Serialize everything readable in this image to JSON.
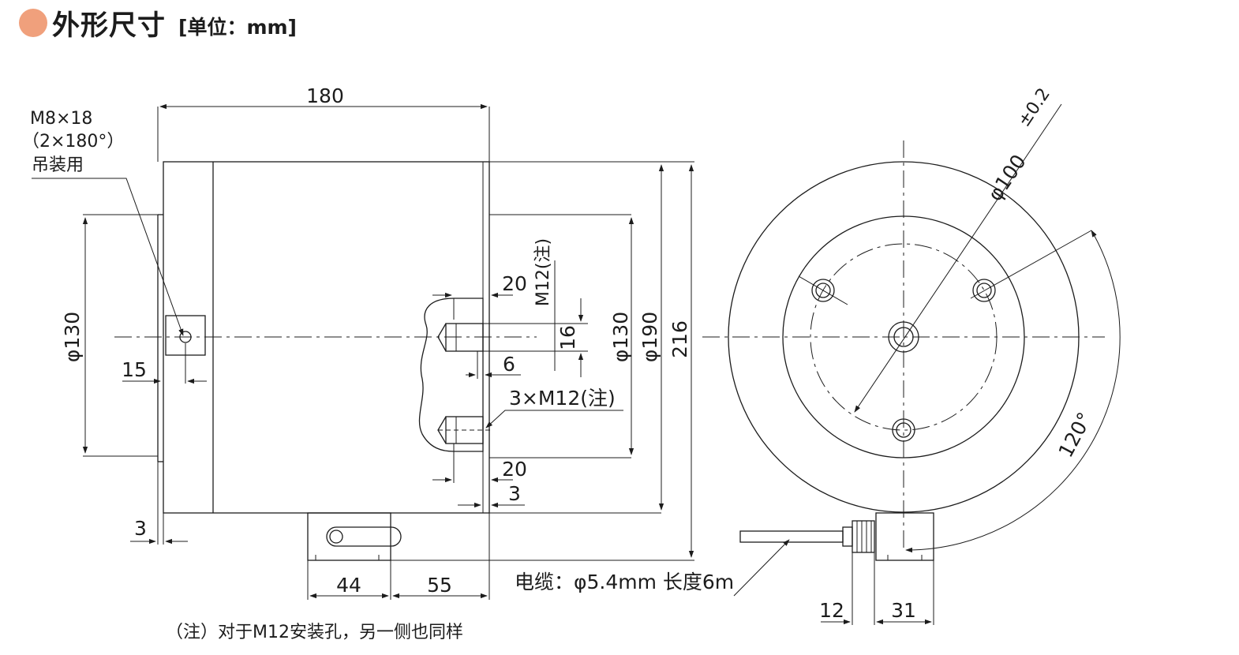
{
  "header": {
    "title": "外形尺寸",
    "unit": "[单位：mm]",
    "bullet_color": "#f0a07c"
  },
  "labels": {
    "lifting_thread": "M8×18",
    "lifting_count": "（2×180°）",
    "lifting_use": "吊装用",
    "body_length": "180",
    "dia_130_left": "φ130",
    "dist_15": "15",
    "thickness_3": "3",
    "depth_20_top": "20",
    "thread_m12_note": "M12(注)",
    "thread_len_16": "16",
    "offset_6": "6",
    "holes_3xm12": "3×M12(注)",
    "depth_20_bottom": "20",
    "offset_3": "3",
    "dia_130_mid": "φ130",
    "dia_190": "φ190",
    "height_216": "216",
    "base_44": "44",
    "base_55": "55",
    "cable": "电缆：φ5.4mm 长度6m",
    "pcd": "φ100",
    "pcd_tol": "±0.2",
    "angle_120": "120°",
    "side_12": "12",
    "side_31": "31",
    "footnote": "（注）对于M12安装孔，另一侧也同样"
  }
}
